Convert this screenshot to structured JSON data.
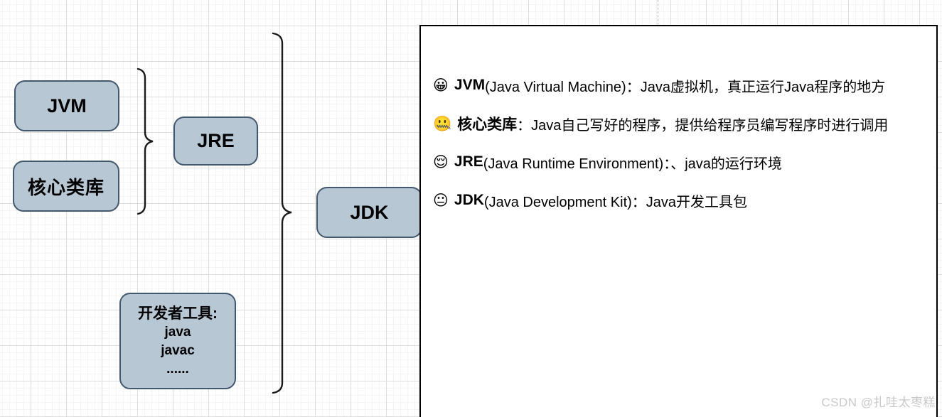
{
  "diagram": {
    "nodes": {
      "jvm": {
        "label": "JVM"
      },
      "core_lib": {
        "label": "核心类库"
      },
      "jre": {
        "label": "JRE"
      },
      "jdk": {
        "label": "JDK"
      },
      "dev_tools": {
        "title": "开发者工具:",
        "items": [
          "java",
          "javac",
          "......"
        ]
      }
    },
    "colors": {
      "node_fill": "#b8c7d4",
      "node_border": "#42586d",
      "brace": "#1a1a1a",
      "grid_major": "#dedede",
      "grid_minor": "#f4f4f4"
    }
  },
  "panel": {
    "lines": [
      {
        "emoji": "😀",
        "emoji_name": "grinning-face",
        "term": "JVM",
        "rest": "(Java Virtual Machine)：Java虚拟机，真正运行Java程序的地方"
      },
      {
        "emoji": "🤐",
        "emoji_name": "zipper-mouth-face",
        "term": "核心类库",
        "rest": "：Java自己写好的程序，提供给程序员编写程序时进行调用"
      },
      {
        "emoji": "😌",
        "emoji_name": "relieved-face",
        "term": "JRE",
        "rest": "(Java Runtime Environment)：、java的运行环境"
      },
      {
        "emoji": "😐",
        "emoji_name": "neutral-face",
        "term": "JDK",
        "rest": "(Java Development Kit)：Java开发工具包"
      }
    ]
  },
  "watermark": "CSDN @扎哇太枣糕"
}
